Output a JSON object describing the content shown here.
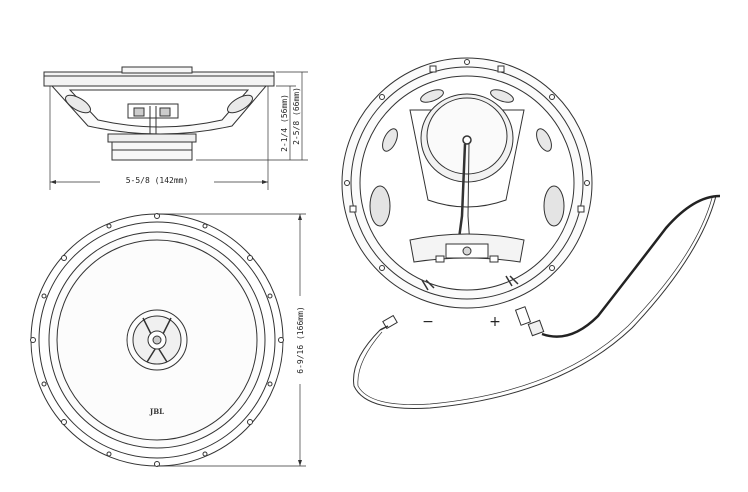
{
  "dimensions": {
    "width_label": "5-5/8 (142mm)",
    "depth_label": "2-1/4 (56mm)",
    "height_label": "2-5/8 (66mm)",
    "diameter_label": "6-9/16 (166mm)"
  },
  "brand": {
    "logo_text": "JBL"
  },
  "wiring": {
    "negative_symbol": "−",
    "positive_symbol": "+"
  }
}
